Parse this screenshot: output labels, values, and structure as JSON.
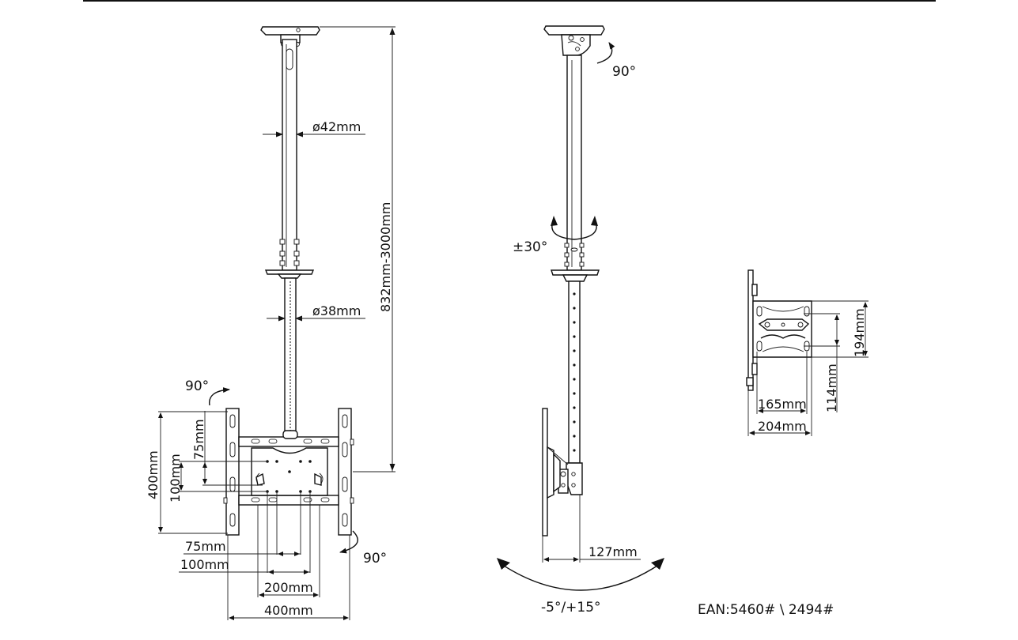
{
  "front_view": {
    "dia_top": "ø42mm",
    "dia_bottom": "ø38mm",
    "height_range": "832mm-3000mm",
    "rotate_left": "90°",
    "rotate_right": "90°",
    "vesa_v_75": "75mm",
    "vesa_v_100": "100mm",
    "height_400": "400mm",
    "vesa_h_75": "75mm",
    "vesa_h_100": "100mm",
    "vesa_h_200": "200mm",
    "width_400": "400mm"
  },
  "side_view": {
    "rotate_top": "90°",
    "swivel": "±30°",
    "depth": "127mm",
    "tilt": "-5°/+15°"
  },
  "bracket_view": {
    "height_194": "194mm",
    "height_114": "114mm",
    "width_165": "165mm",
    "width_204": "204mm"
  },
  "ean": "EAN:5460# \\ 2494#"
}
